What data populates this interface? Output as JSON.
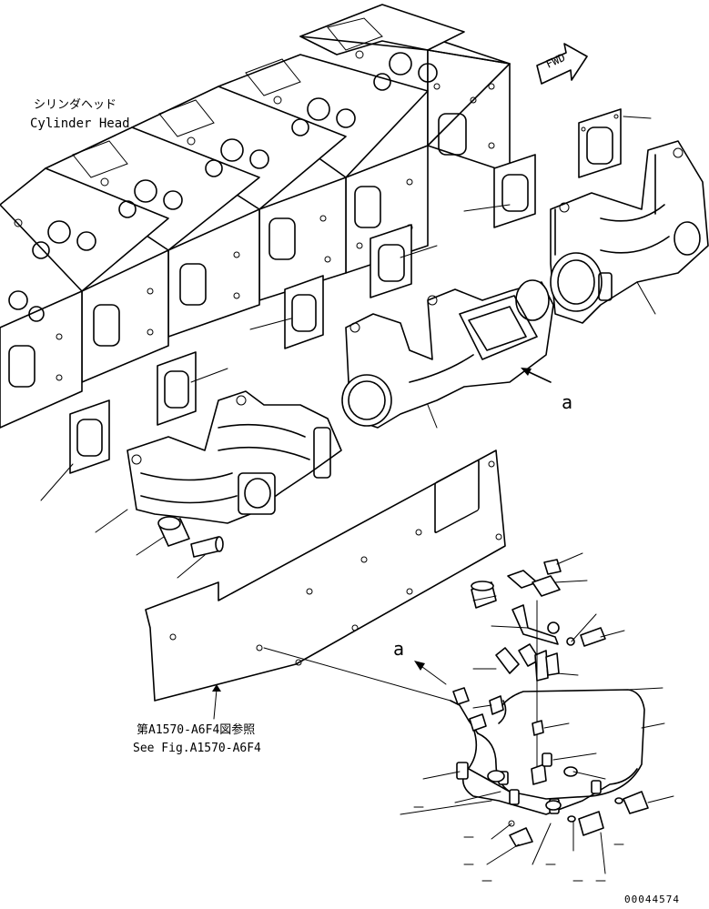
{
  "labels": {
    "cylinder_head_jp": "シリンダヘッド",
    "cylinder_head_en": "Cylinder Head",
    "fwd": "FWD",
    "view_a_upper": "a",
    "view_a_lower": "a",
    "ref_jp": "第A1570-A6F4図参照",
    "ref_en": "See Fig.A1570-A6F4",
    "doc_number": "00044574"
  }
}
